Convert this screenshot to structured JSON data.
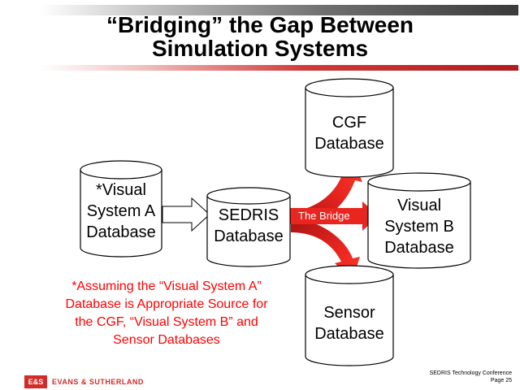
{
  "slide": {
    "title_line1": "“Bridging” the Gap Between",
    "title_line2": "Simulation Systems"
  },
  "nodes": {
    "visual_a": {
      "line1": "*Visual",
      "line2": "System A",
      "line3": "Database"
    },
    "sedris": {
      "line1": "SEDRIS",
      "line2": "Database"
    },
    "cgf": {
      "line1": "CGF",
      "line2": "Database"
    },
    "visual_b": {
      "line1": "Visual",
      "line2": "System B",
      "line3": "Database"
    },
    "sensor": {
      "line1": "Sensor",
      "line2": "Database"
    }
  },
  "bridge": {
    "label": "The Bridge"
  },
  "note": {
    "line1": "*Assuming the “Visual System A”",
    "line2": "Database is Appropriate Source for",
    "line3": "the CGF, “Visual System B” and",
    "line4": "Sensor Databases"
  },
  "footer": {
    "line1": "SEDRIS Technology Conference",
    "line2": "Page 25"
  },
  "logo": {
    "mark": "E&S",
    "name": "EVANS & SUTHERLAND"
  },
  "colors": {
    "accent_red": "#ff0000",
    "bridge_red": "#e8251f",
    "brand_red": "#d32a2a"
  }
}
